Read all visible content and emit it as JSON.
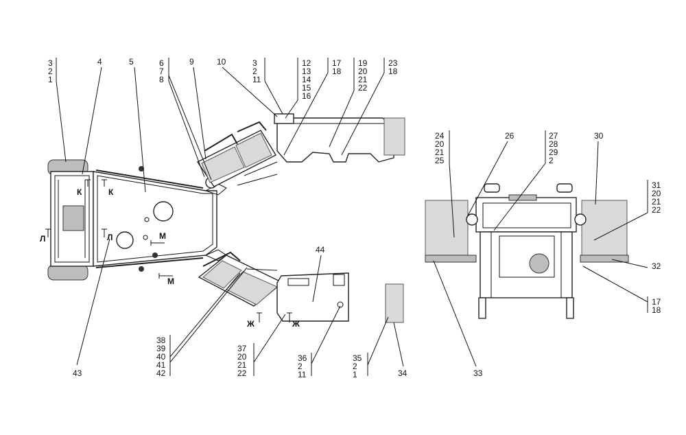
{
  "callouts": [
    {
      "id": "c-3-2-1",
      "lines": [
        "3",
        "2",
        "1"
      ]
    },
    {
      "id": "c-4",
      "lines": [
        "4"
      ]
    },
    {
      "id": "c-5",
      "lines": [
        "5"
      ]
    },
    {
      "id": "c-6-7-8",
      "lines": [
        "6",
        "7",
        "8"
      ]
    },
    {
      "id": "c-9",
      "lines": [
        "9"
      ]
    },
    {
      "id": "c-10",
      "lines": [
        "10"
      ]
    },
    {
      "id": "c-3-2-11",
      "lines": [
        "3",
        "2",
        "11"
      ]
    },
    {
      "id": "c-12-16",
      "lines": [
        "12",
        "13",
        "14",
        "15",
        "16"
      ]
    },
    {
      "id": "c-17-18",
      "lines": [
        "17",
        "18"
      ]
    },
    {
      "id": "c-19-22",
      "lines": [
        "19",
        "20",
        "21",
        "22"
      ]
    },
    {
      "id": "c-23-18",
      "lines": [
        "23",
        "18"
      ]
    },
    {
      "id": "c-24-25",
      "lines": [
        "24",
        "20",
        "21",
        "25"
      ]
    },
    {
      "id": "c-26",
      "lines": [
        "26"
      ]
    },
    {
      "id": "c-27-2",
      "lines": [
        "27",
        "28",
        "29",
        "2"
      ]
    },
    {
      "id": "c-30",
      "lines": [
        "30"
      ]
    },
    {
      "id": "c-31-22",
      "lines": [
        "31",
        "20",
        "21",
        "22"
      ]
    },
    {
      "id": "c-32",
      "lines": [
        "32"
      ]
    },
    {
      "id": "c-17-18b",
      "lines": [
        "17",
        "18"
      ]
    },
    {
      "id": "c-44",
      "lines": [
        "44"
      ]
    },
    {
      "id": "c-43",
      "lines": [
        "43"
      ]
    },
    {
      "id": "c-38-42",
      "lines": [
        "38",
        "39",
        "40",
        "41",
        "42"
      ]
    },
    {
      "id": "c-37-22",
      "lines": [
        "37",
        "20",
        "21",
        "22"
      ]
    },
    {
      "id": "c-36-11",
      "lines": [
        "36",
        "2",
        "11"
      ]
    },
    {
      "id": "c-35-1",
      "lines": [
        "35",
        "2",
        "1"
      ]
    },
    {
      "id": "c-34",
      "lines": [
        "34"
      ]
    },
    {
      "id": "c-33",
      "lines": [
        "33"
      ]
    }
  ],
  "section_marks": {
    "k": "К",
    "l": "Л",
    "m": "М",
    "zh": "Ж"
  }
}
